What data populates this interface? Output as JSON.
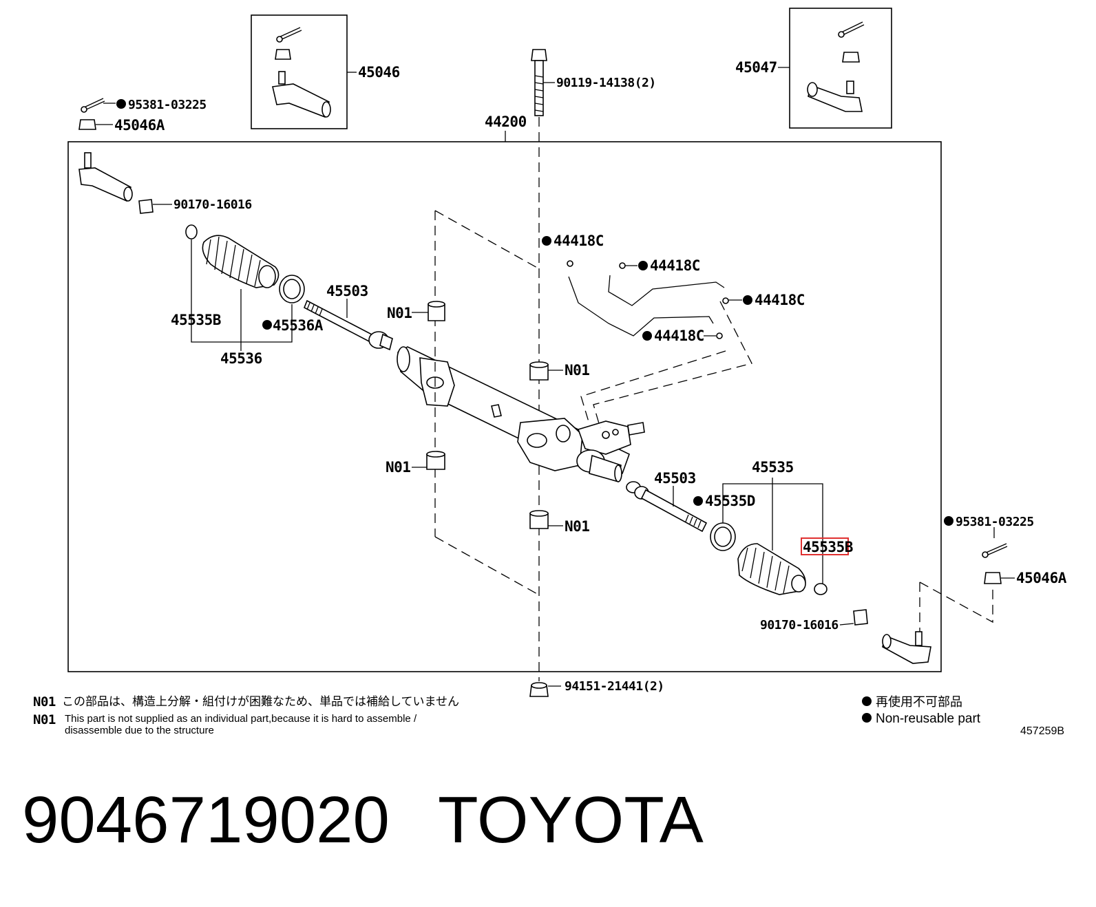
{
  "diagram_id": "457259B",
  "part_number": "9046719020",
  "brand": "TOYOTA",
  "labels": {
    "a45046": "45046",
    "a45047": "45047",
    "a90119": "90119-14138(2)",
    "a44200": "44200",
    "a95381_l": "95381-03225",
    "a45046A_l": "45046A",
    "a90170_l": "90170-16016",
    "a44418C_1": "44418C",
    "a44418C_2": "44418C",
    "a44418C_3": "44418C",
    "a44418C_4": "44418C",
    "a45503_l": "45503",
    "a45535B_l": "45535B",
    "a45536A": "45536A",
    "a45536": "45536",
    "n01_1": "N01",
    "n01_2": "N01",
    "n01_3": "N01",
    "n01_4": "N01",
    "a45503_r": "45503",
    "a45535": "45535",
    "a45535D": "45535D",
    "a45535B_r": "45535B",
    "a95381_r": "95381-03225",
    "a45046A_r": "45046A",
    "a90170_r": "90170-16016",
    "a94151": "94151-21441(2)"
  },
  "notes": {
    "code": "N01",
    "jp": "この部品は、構造上分解・組付けが困難なため、単品では補給していません",
    "en_line1": "This part is not supplied as an individual part,because it is hard to assemble /",
    "en_line2": "disassemble due to the structure"
  },
  "legend": {
    "jp": "再使用不可部品",
    "en": "Non-reusable part"
  },
  "colors": {
    "highlight": "#e03030",
    "ink": "#000000"
  }
}
